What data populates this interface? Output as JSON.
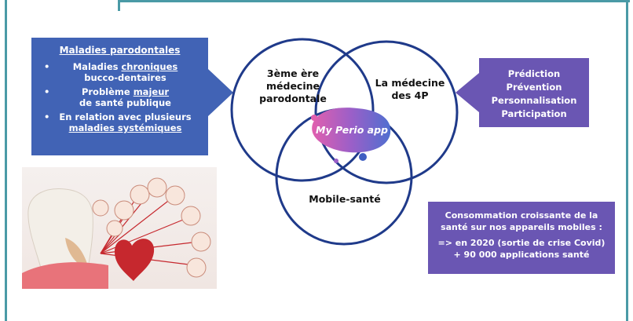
{
  "left_box": {
    "title": "Maladies parodontales",
    "item1_pre": "Maladies ",
    "item1_u": "chroniques",
    "item1_post": "bucco-dentaires",
    "item2_pre": "Problème ",
    "item2_u": "majeur",
    "item2_post": "de santé publique",
    "item3_pre": "En relation avec plusieurs",
    "item3_u": "maladies systémiques"
  },
  "venn": {
    "circle1_line1": "3ème ère",
    "circle1_line2": "médecine",
    "circle1_line3": "parodontale",
    "circle2_line1": "La médecine",
    "circle2_line2": "des 4P",
    "circle3": "Mobile-santé",
    "center": "My Perio app"
  },
  "right_box": {
    "line1": "Prédiction",
    "line2": "Prévention",
    "line3": "Personnalisation",
    "line4": "Participation"
  },
  "bottom_box": {
    "line1": "Consommation croissante de la",
    "line2": "santé sur nos appareils mobiles :",
    "line3": "=> en 2020 (sortie de crise Covid)",
    "line4": "+ 90 000 applications santé"
  },
  "colors": {
    "frame": "#4a9aa6",
    "blue_box": "#4163b5",
    "purple_box": "#6a56b3"
  }
}
